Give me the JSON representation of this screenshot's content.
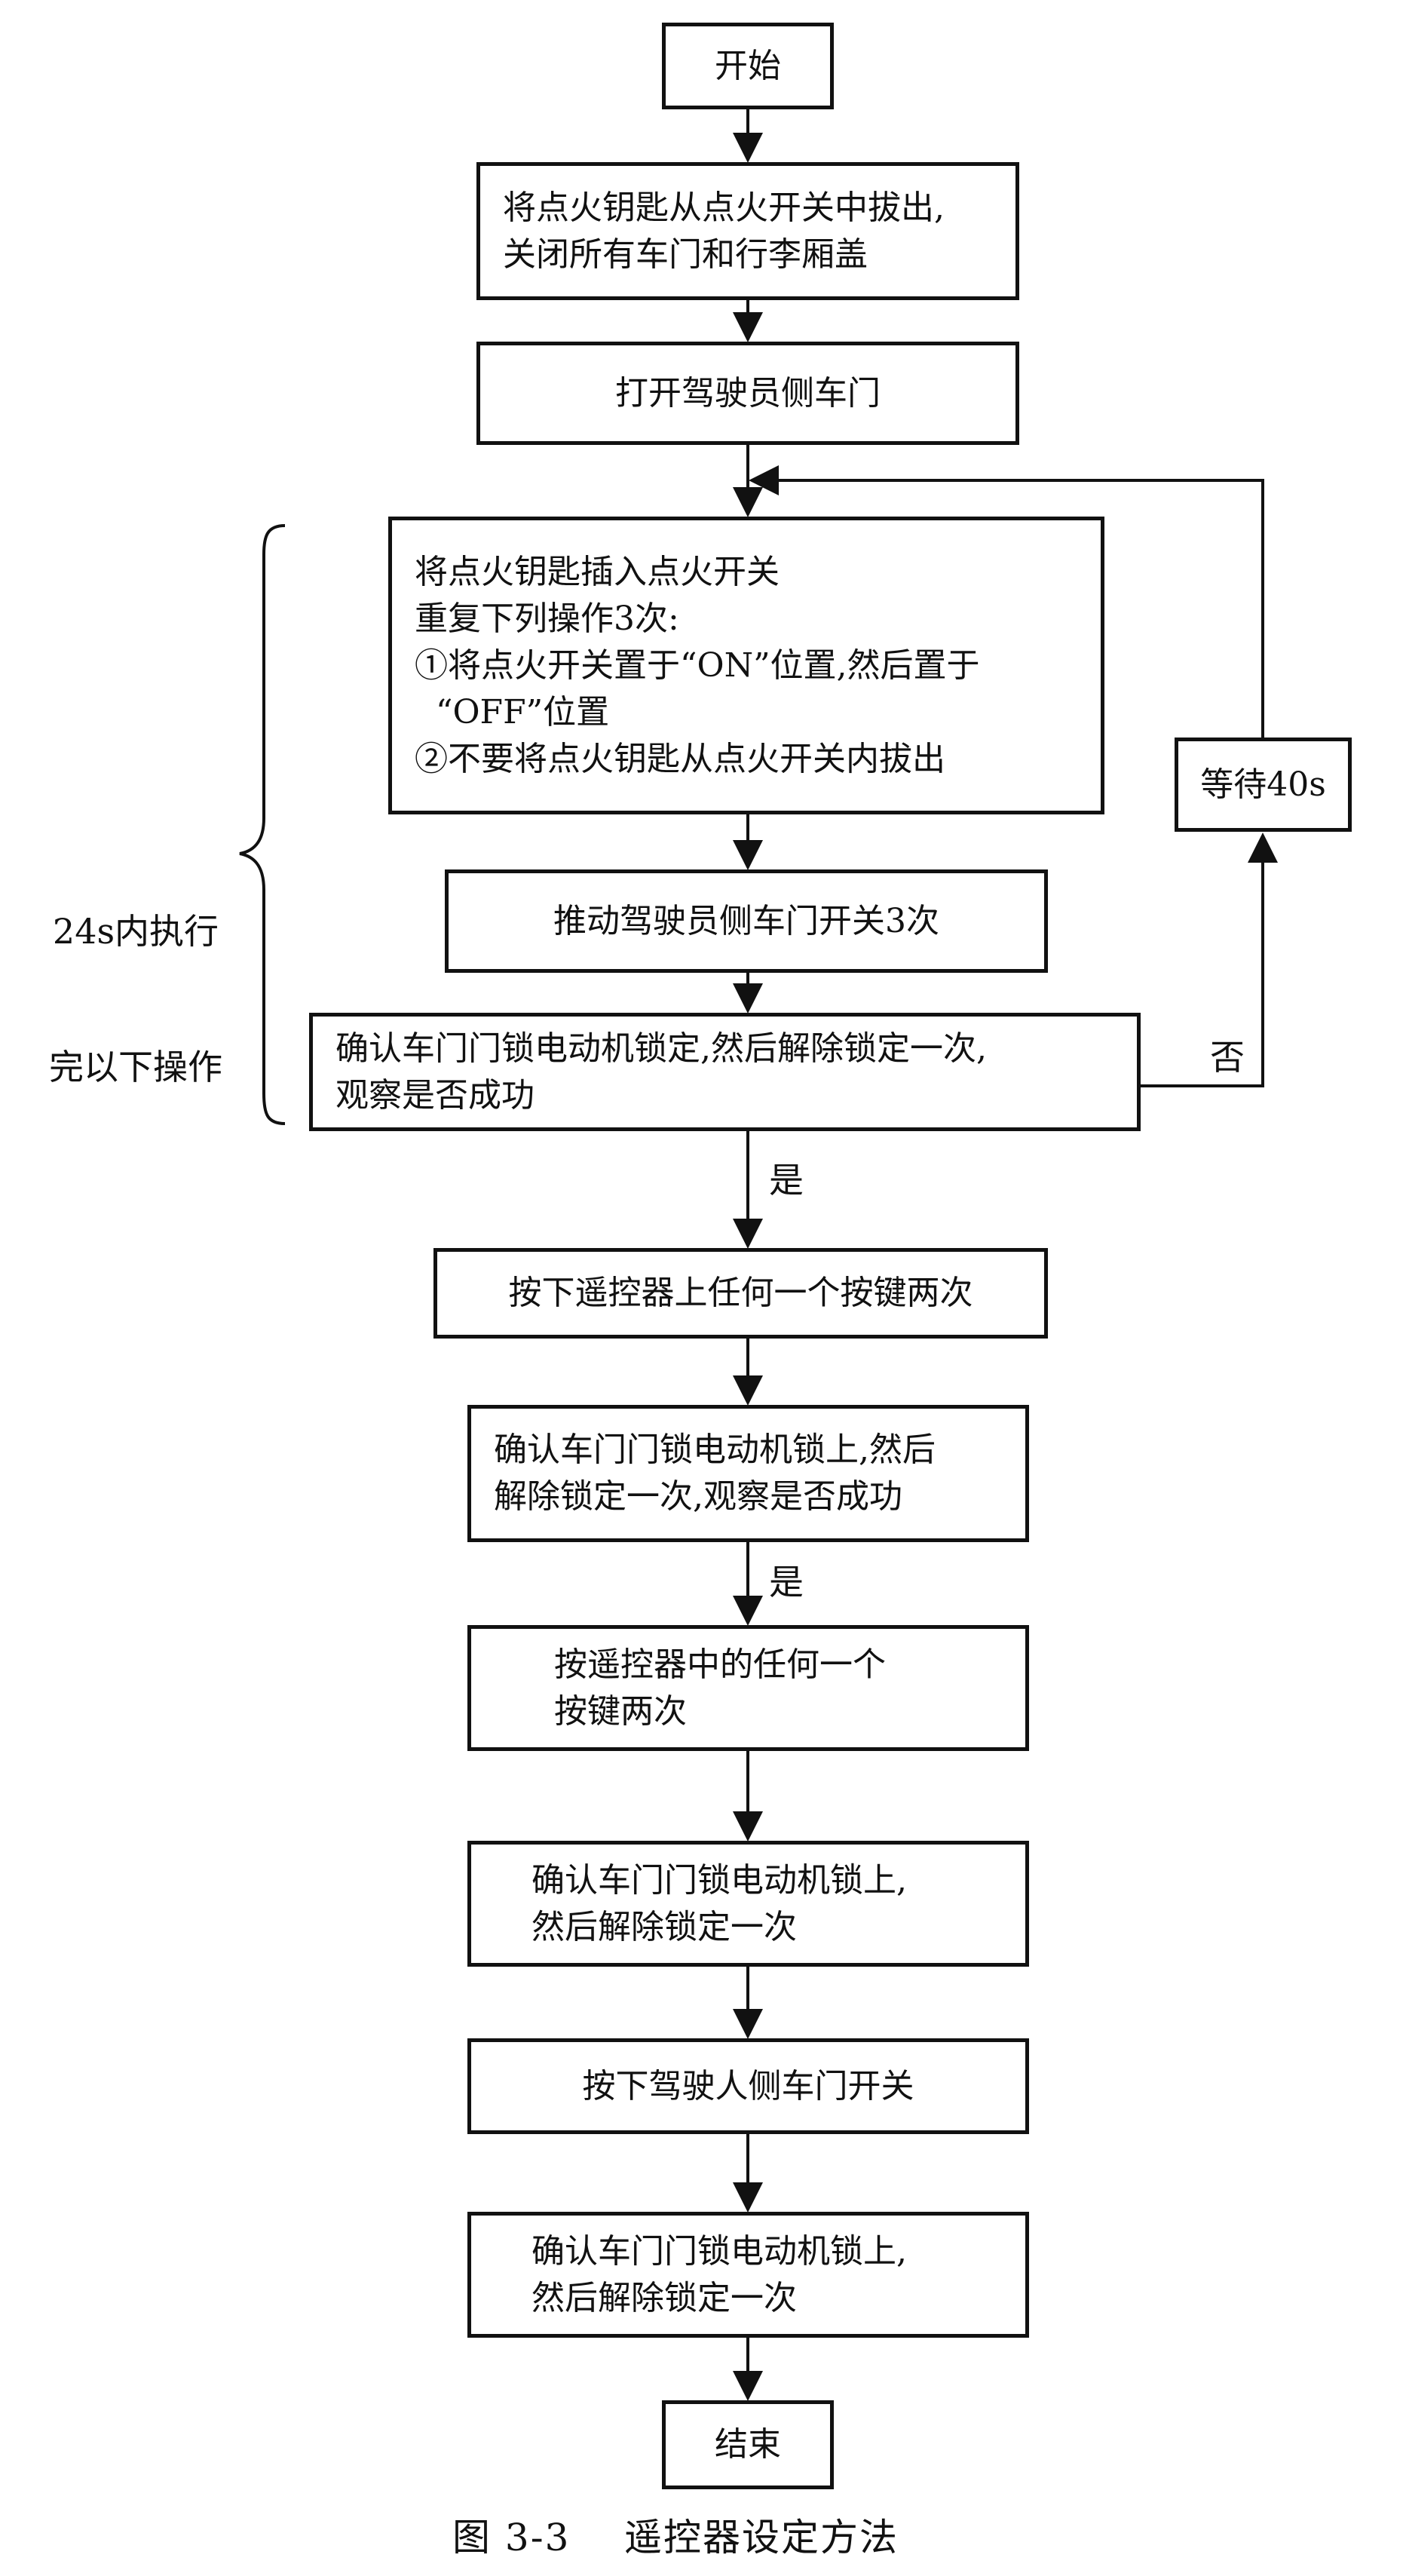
{
  "nodes": {
    "start": {
      "lines": [
        "开始"
      ]
    },
    "step1": {
      "lines": [
        "将点火钥匙从点火开关中拔出,",
        "关闭所有车门和行李厢盖"
      ]
    },
    "step2": {
      "lines": [
        "打开驾驶员侧车门"
      ]
    },
    "step3": {
      "lines": [
        "将点火钥匙插入点火开关",
        "重复下列操作3次:",
        "①将点火开关置于“ON”位置,然后置于",
        "  “OFF”位置",
        "②不要将点火钥匙从点火开关内拔出"
      ]
    },
    "step4": {
      "lines": [
        "推动驾驶员侧车门开关3次"
      ]
    },
    "decision1": {
      "lines": [
        "确认车门门锁电动机锁定,然后解除锁定一次,",
        "观察是否成功"
      ]
    },
    "wait": {
      "lines": [
        "等待40s"
      ]
    },
    "step5": {
      "lines": [
        "按下遥控器上任何一个按键两次"
      ]
    },
    "decision2": {
      "lines": [
        "确认车门门锁电动机锁上,然后",
        "解除锁定一次,观察是否成功"
      ]
    },
    "step6": {
      "lines": [
        "按遥控器中的任何一个",
        "按键两次"
      ]
    },
    "step7": {
      "lines": [
        "确认车门门锁电动机锁上,",
        "然后解除锁定一次"
      ]
    },
    "step8": {
      "lines": [
        "按下驾驶人侧车门开关"
      ]
    },
    "step9": {
      "lines": [
        "确认车门门锁电动机锁上,",
        "然后解除锁定一次"
      ]
    },
    "end": {
      "lines": [
        "结束"
      ]
    }
  },
  "labels": {
    "no": "否",
    "yes1": "是",
    "yes2": "是",
    "brace_note": [
      "24s内执行",
      "完以下操作"
    ]
  },
  "caption": "图 3-3    遥控器设定方法"
}
